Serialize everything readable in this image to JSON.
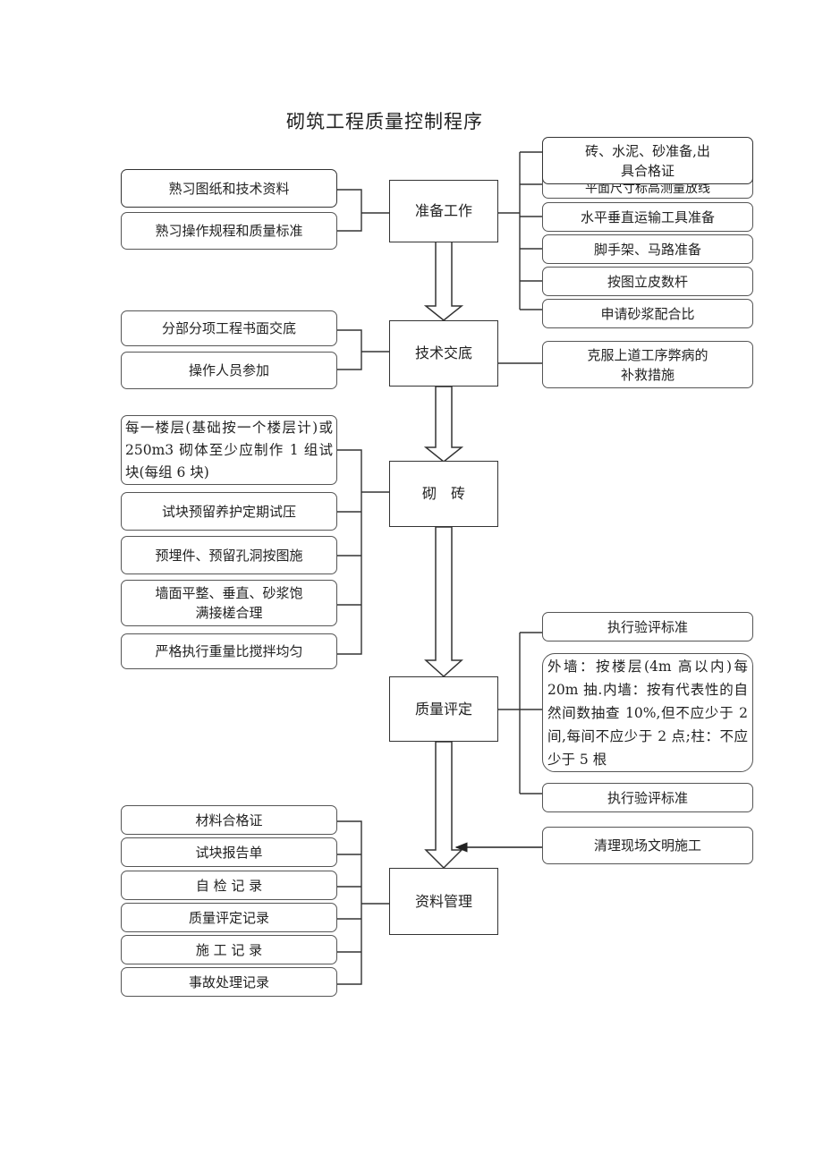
{
  "title": "砌筑工程质量控制程序",
  "steps": {
    "prepare": "准备工作",
    "tech": "技术交底",
    "brick": "砌　砖",
    "quality": "质量评定",
    "docs": "资料管理"
  },
  "prepare_left": [
    "熟习图纸和技术资料",
    "熟习操作规程和质量标准"
  ],
  "prepare_right": [
    "砖、水泥、砂准备,出\n具合格证",
    "平面尺寸标高测量放线",
    "水平垂直运输工具准备",
    "脚手架、马路准备",
    "按图立皮数杆",
    "申请砂浆配合比"
  ],
  "tech_left": [
    "分部分项工程书面交底",
    "操作人员参加"
  ],
  "tech_right": [
    "克服上道工序弊病的\n补救措施"
  ],
  "brick_left": [
    "每一楼层(基础按一个楼层计)或 250m3 砌体至少应制作 1 组试块(每组 6 块)",
    "试块预留养护定期试压",
    "预埋件、预留孔洞按图施",
    "墙面平整、垂直、砂浆饱\n满接槎合理",
    "严格执行重量比搅拌均匀"
  ],
  "quality_right": [
    "执行验评标准",
    "外墙：按楼层(4m 高以内)每 20m 抽.内墙：按有代表性的自然间数抽查 10%,但不应少于 2 间,每间不应少于 2 点;柱：不应少于 5 根",
    "执行验评标准"
  ],
  "cleanup": "清理现场文明施工",
  "docs_left": [
    "材料合格证",
    "试块报告单",
    "自 检 记 录",
    "质量评定记录",
    "施 工 记 录",
    "事故处理记录"
  ]
}
